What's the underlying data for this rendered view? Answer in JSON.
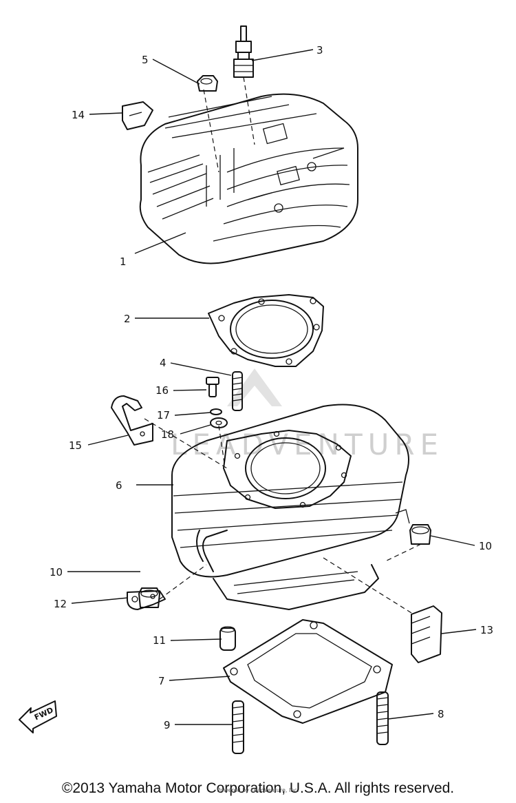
{
  "callouts": {
    "n1": "1",
    "n2": "2",
    "n3": "3",
    "n4": "4",
    "n5": "5",
    "n6": "6",
    "n7": "7",
    "n8": "8",
    "n9": "9",
    "n10": "10",
    "n11": "11",
    "n12": "12",
    "n13": "13",
    "n14": "14",
    "n15": "15",
    "n16": "16",
    "n17": "17",
    "n18": "18"
  },
  "fwd_label": "FWD",
  "watermark": "LEADVENTURE",
  "watermark_small": "Powered by LeadVenture, Inc.",
  "copyright": "©2013 Yamaha Motor Corporation, U.S.A. All rights reserved."
}
